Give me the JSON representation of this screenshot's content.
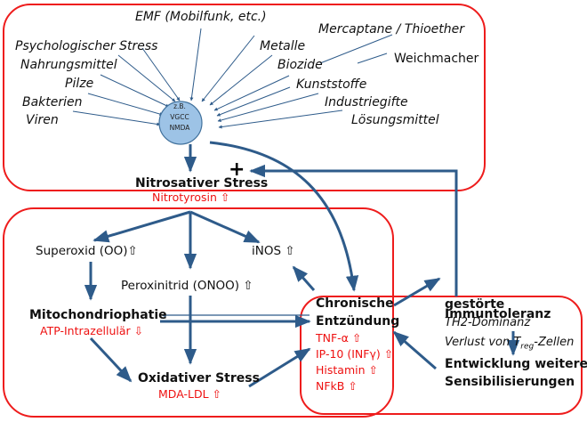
{
  "colors": {
    "box_border": "#ee1c1c",
    "arrow": "#2e5b8a",
    "node_fill": "#9dc3e6",
    "node_stroke": "#41719c",
    "marker_text": "#ee1111"
  },
  "triggers": {
    "title_box": "Auslöser",
    "items": [
      "EMF (Mobilfunk, etc.)",
      "Psychologischer Stress",
      "Nahrungsmittel",
      "Pilze",
      "Bakterien",
      "Viren",
      "Metalle",
      "Biozide",
      "Mercaptane / Thioether",
      "Weichmacher",
      "Kunststoffe",
      "Industriegifte",
      "Lösungsmittel"
    ]
  },
  "receptor": {
    "line1": "z.B.",
    "line2": "VGCC",
    "line3": "NMDA"
  },
  "feedback": {
    "plus": "+"
  },
  "nitrosative": {
    "title": "Nitrosativer Stress",
    "marker": "Nitrotyrosin ⇧",
    "superoxid": "Superoxid (OO)⇧",
    "inos": "iNOS ⇧",
    "peroxinitrid": "Peroxinitrid (ONOO) ⇧",
    "mito_title": "Mitochondriophatie",
    "mito_marker": "ATP-Intrazellulär ⇩",
    "oxidative_title": "Oxidativer Stress",
    "oxidative_marker": "MDA-LDL ⇧"
  },
  "inflammation": {
    "title_line1": "Chronische",
    "title_line2": "Entzündung",
    "markers": [
      "TNF-α ⇧",
      "IP-10 (INFγ) ⇧",
      "Histamin ⇧",
      "NFkB ⇧"
    ]
  },
  "immune": {
    "title_line1": "gestörte",
    "title_line2": "Immuntoleranz",
    "detail1": "TH2-Dominanz",
    "detail2_pre": "Verlust von T",
    "detail2_sub": "reg",
    "detail2_post": "-Zellen",
    "sens_line1": "Entwicklung weiterer",
    "sens_line2": "Sensibilisierungen"
  }
}
